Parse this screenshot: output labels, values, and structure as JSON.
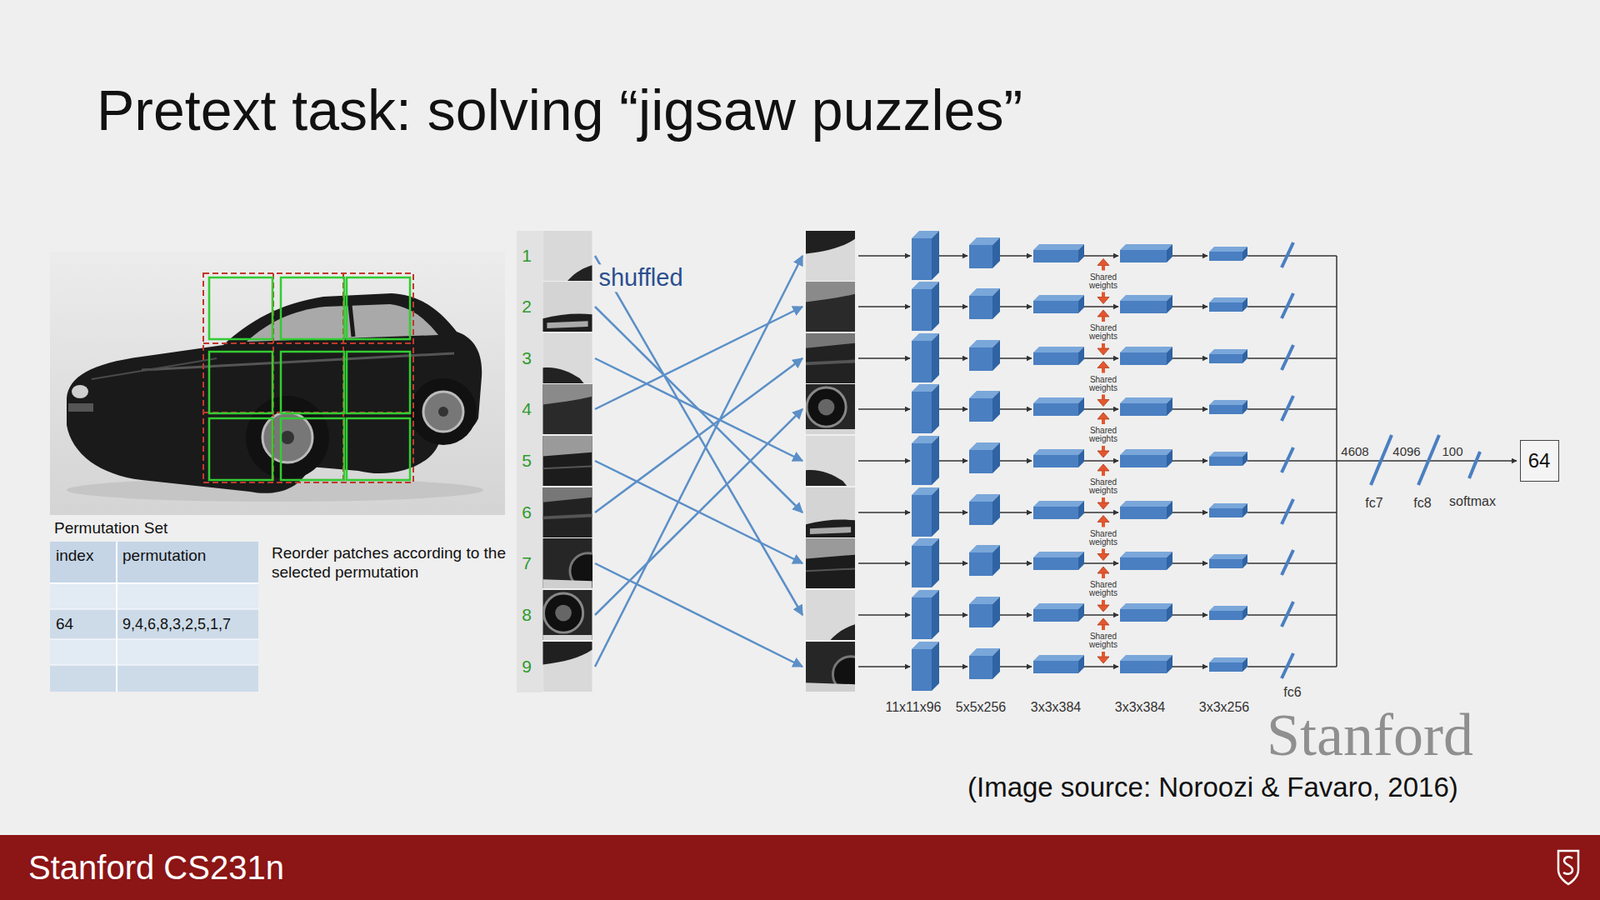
{
  "diagram": {
    "title": "Pretext task: solving “jigsaw puzzles”",
    "caption": "(Image source: Noroozi & Favaro, 2016)",
    "nodes": [
      {
        "text": [
          "64"
        ]
      },
      {
        "text": [
          "Stanford CS231n"
        ]
      }
    ],
    "labels": [
      "Permutation Set",
      "index",
      "permutation",
      "64",
      "9,4,6,8,3,2,5,1,7",
      "Reorder patches according to the selected permutation",
      "1",
      "2",
      "3",
      "4",
      "5",
      "6",
      "7",
      "8",
      "9",
      "shuffled",
      "Shared weights",
      "Shared weights",
      "Shared weights",
      "Shared weights",
      "Shared weights",
      "Shared weights",
      "Shared weights",
      "Shared weights",
      "11x11x96",
      "5x5x256",
      "3x3x384",
      "3x3x384",
      "3x3x256",
      "fc6",
      "4608",
      "4096",
      "100",
      "fc7",
      "fc8",
      "softmax",
      "Stanford"
    ]
  }
}
